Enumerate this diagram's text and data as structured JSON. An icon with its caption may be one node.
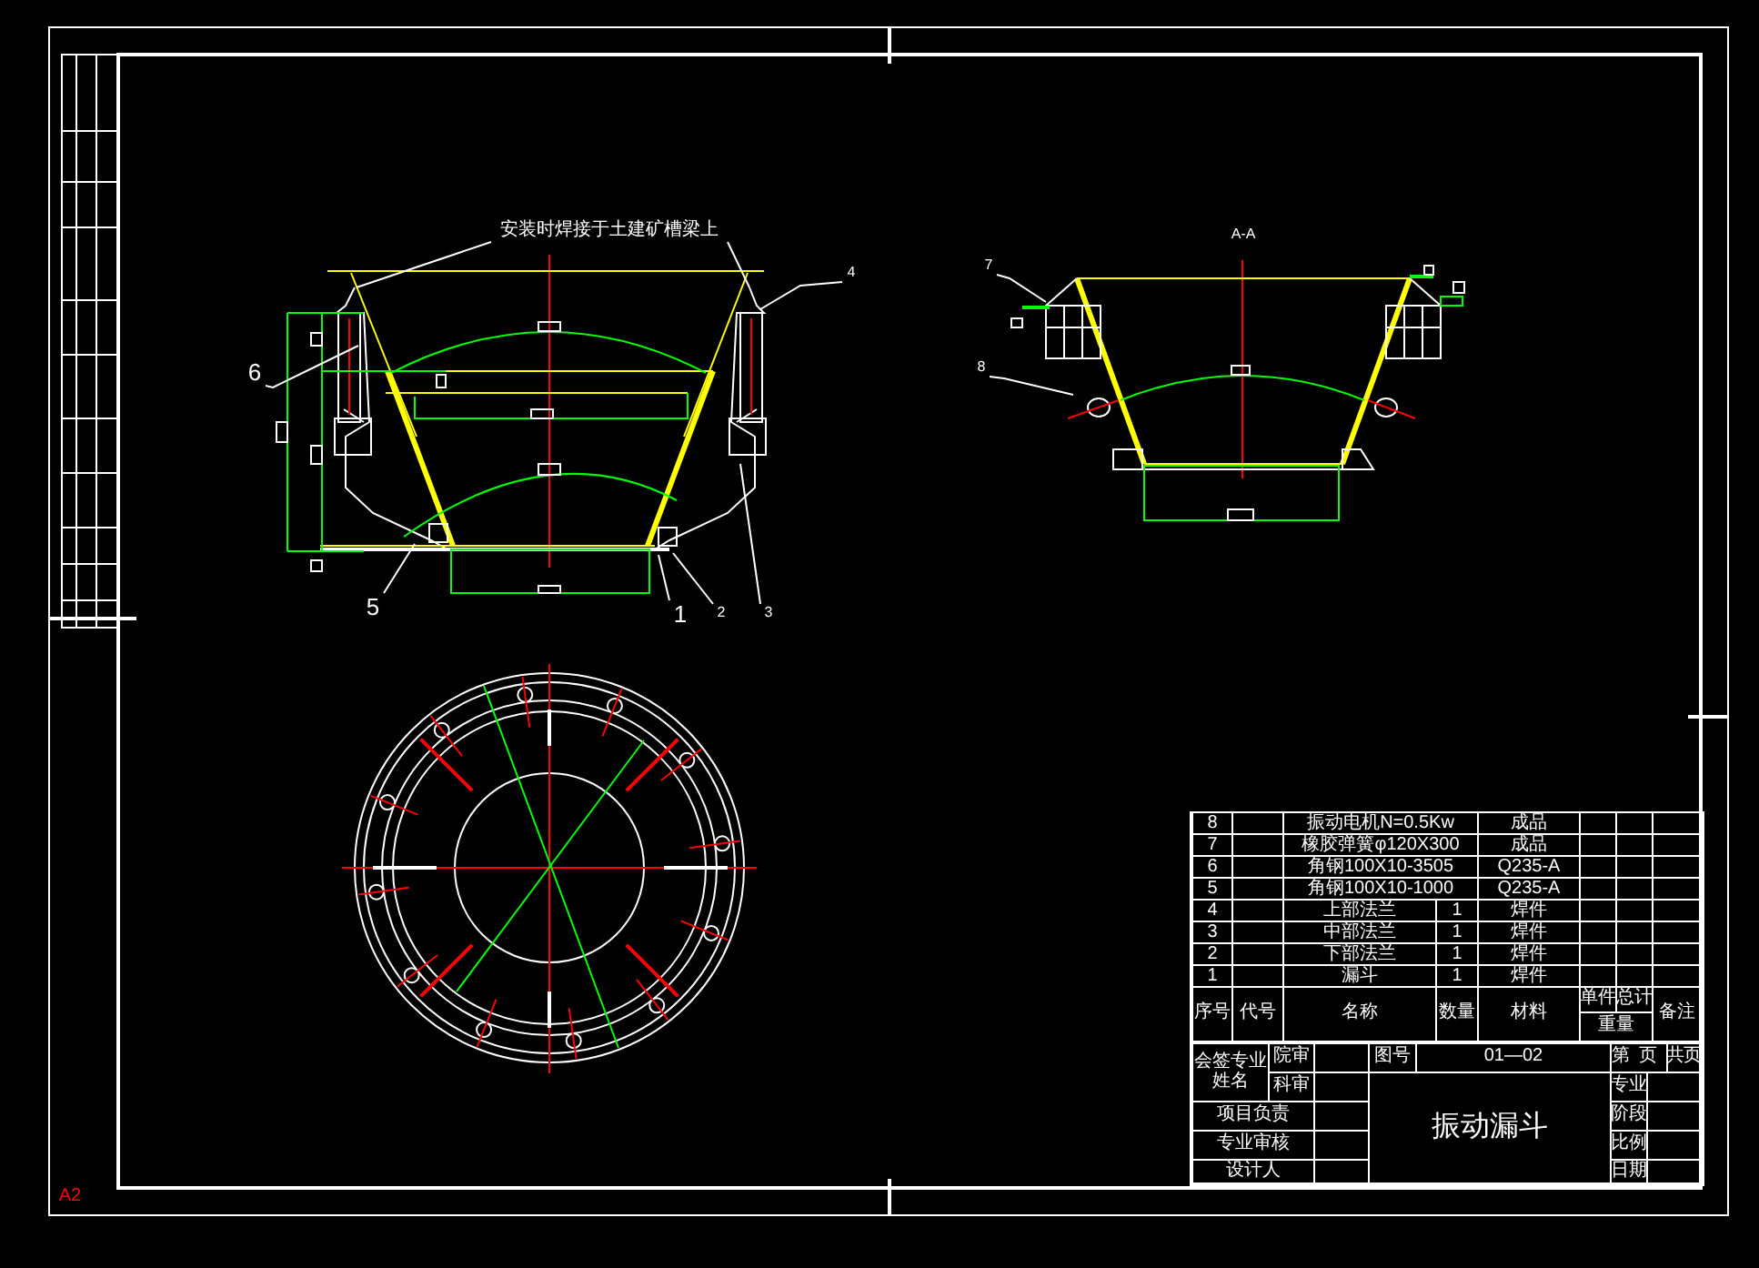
{
  "diagram": {
    "title": "振动漏斗",
    "nodes": [
      {
        "text": [
          "安装时焊接于土建矿槽梁上"
        ]
      },
      {
        "text": [
          "4"
        ]
      },
      {
        "text": [
          "6"
        ]
      },
      {
        "text": [
          "5"
        ]
      },
      {
        "text": [
          "1"
        ]
      },
      {
        "text": [
          "2"
        ]
      },
      {
        "text": [
          "3"
        ]
      },
      {
        "text": [
          "7"
        ]
      },
      {
        "text": [
          "8"
        ]
      }
    ],
    "edges": [
      {
        "from": 0,
        "to": null,
        "arrow": "none"
      },
      {
        "from": 0,
        "to": null,
        "arrow": "none"
      },
      {
        "from": 1,
        "to": null,
        "arrow": "none"
      },
      {
        "from": 2,
        "to": null,
        "arrow": "none"
      },
      {
        "from": 3,
        "to": null,
        "arrow": "none"
      },
      {
        "from": 4,
        "to": null,
        "arrow": "none"
      },
      {
        "from": 5,
        "to": null,
        "arrow": "none"
      },
      {
        "from": 6,
        "to": null,
        "arrow": "none"
      },
      {
        "from": 7,
        "to": null,
        "arrow": "none"
      },
      {
        "from": 8,
        "to": null,
        "arrow": "none"
      }
    ],
    "labels": [
      "A-A",
      "8",
      "振动电机N=0.5Kw",
      "成品",
      "7",
      "橡胶弹簧φ120X300",
      "成品",
      "6",
      "角钢100X10-3505",
      "Q235-A",
      "5",
      "角钢100X10-1000",
      "Q235-A",
      "4",
      "上部法兰",
      "1",
      "焊件",
      "3",
      "中部法兰",
      "1",
      "焊件",
      "2",
      "下部法兰",
      "1",
      "焊件",
      "1",
      "漏斗",
      "1",
      "焊件",
      "序号",
      "代号",
      "名称",
      "数量",
      "材料",
      "单件",
      "总计",
      "重量",
      "备注",
      "会签专业姓名",
      "院审",
      "图号",
      "01—02",
      "第",
      "页",
      "共",
      "页",
      "科审",
      "专业",
      "项目负责",
      "阶段",
      "专业审核",
      "比例",
      "设计人",
      "日期",
      "A2"
    ]
  }
}
